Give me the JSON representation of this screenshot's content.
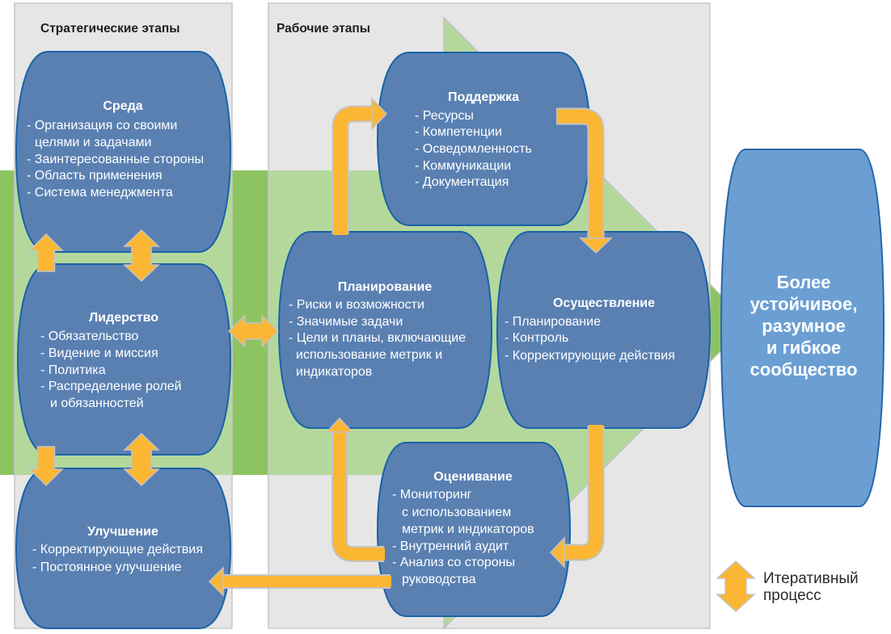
{
  "diagram": {
    "panels": {
      "strategic": {
        "title": "Стратегические этапы"
      },
      "operational": {
        "title": "Рабочие этапы"
      }
    },
    "stages": {
      "context": {
        "title": "Среда",
        "lines": [
          "- Организация со своими",
          "целями и задачами",
          "- Заинтересованные стороны",
          "- Область применения",
          "- Система менеджмента"
        ]
      },
      "leadership": {
        "title": "Лидерство",
        "lines": [
          "- Обязательство",
          "- Видение и миссия",
          "- Политика",
          "- Распределение ролей",
          "и обязанностей"
        ]
      },
      "improvement": {
        "title": "Улучшение",
        "lines": [
          "- Корректирующие действия",
          "- Постоянное улучшение"
        ]
      },
      "support": {
        "title": "Поддержка",
        "lines": [
          "- Ресурсы",
          "- Компетенции",
          "- Осведомленность",
          "- Коммуникации",
          "- Документация"
        ]
      },
      "planning": {
        "title": "Планирование",
        "lines": [
          "- Риски и возможности",
          "- Значимые задачи",
          "- Цели и планы, включающие",
          "использование метрик и",
          "индикаторов"
        ]
      },
      "operation": {
        "title": "Осуществление",
        "lines": [
          "- Планирование",
          "- Контроль",
          "- Корректирующие действия"
        ]
      },
      "evaluation": {
        "title": "Оценивание",
        "lines": [
          "- Мониторинг",
          "с использованием",
          "метрик и индикаторов",
          "- Внутренний аудит",
          "- Анализ со стороны",
          "руководства"
        ]
      }
    },
    "outcome": {
      "lines": [
        "Более",
        "устойчивое,",
        "разумное",
        "и гибкое",
        "сообщество"
      ]
    },
    "legend": {
      "icon": "double-arrow-vertical-icon",
      "lines": [
        "Итеративный",
        "процесс"
      ]
    }
  },
  "colors": {
    "panel": "#e6e6e6",
    "panel_border": "#c6c6c6",
    "green_dark": "#8dc462",
    "green_light": "#b4d89c",
    "stage_fill": "#5a80b2",
    "stage_border": "#1a62a6",
    "outcome_fill": "#6b9fd4",
    "outcome_border": "#2a66a6",
    "arrow": "#fbb634",
    "text_on_stage": "#ffffff"
  }
}
